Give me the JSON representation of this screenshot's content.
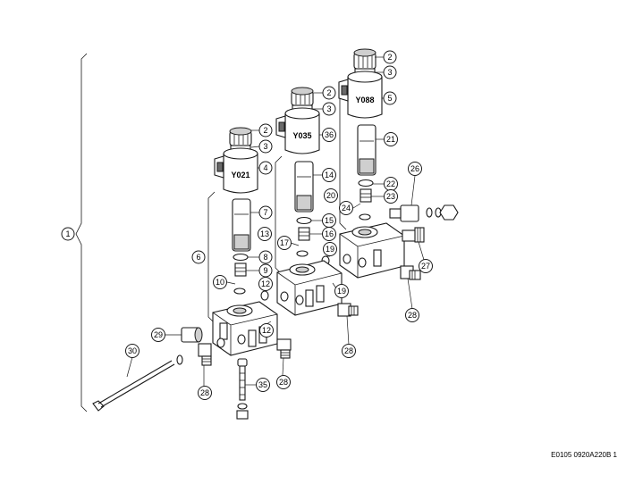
{
  "drawing_ref": "E0105 0920A220B 1",
  "solenoid_labels": [
    "Y021",
    "Y035",
    "Y088"
  ],
  "callouts": [
    "1",
    "2",
    "3",
    "4",
    "5",
    "6",
    "7",
    "8",
    "9",
    "10",
    "12",
    "13",
    "14",
    "15",
    "16",
    "17",
    "19",
    "20",
    "21",
    "22",
    "23",
    "24",
    "26",
    "27",
    "28",
    "29",
    "30",
    "35",
    "36"
  ]
}
